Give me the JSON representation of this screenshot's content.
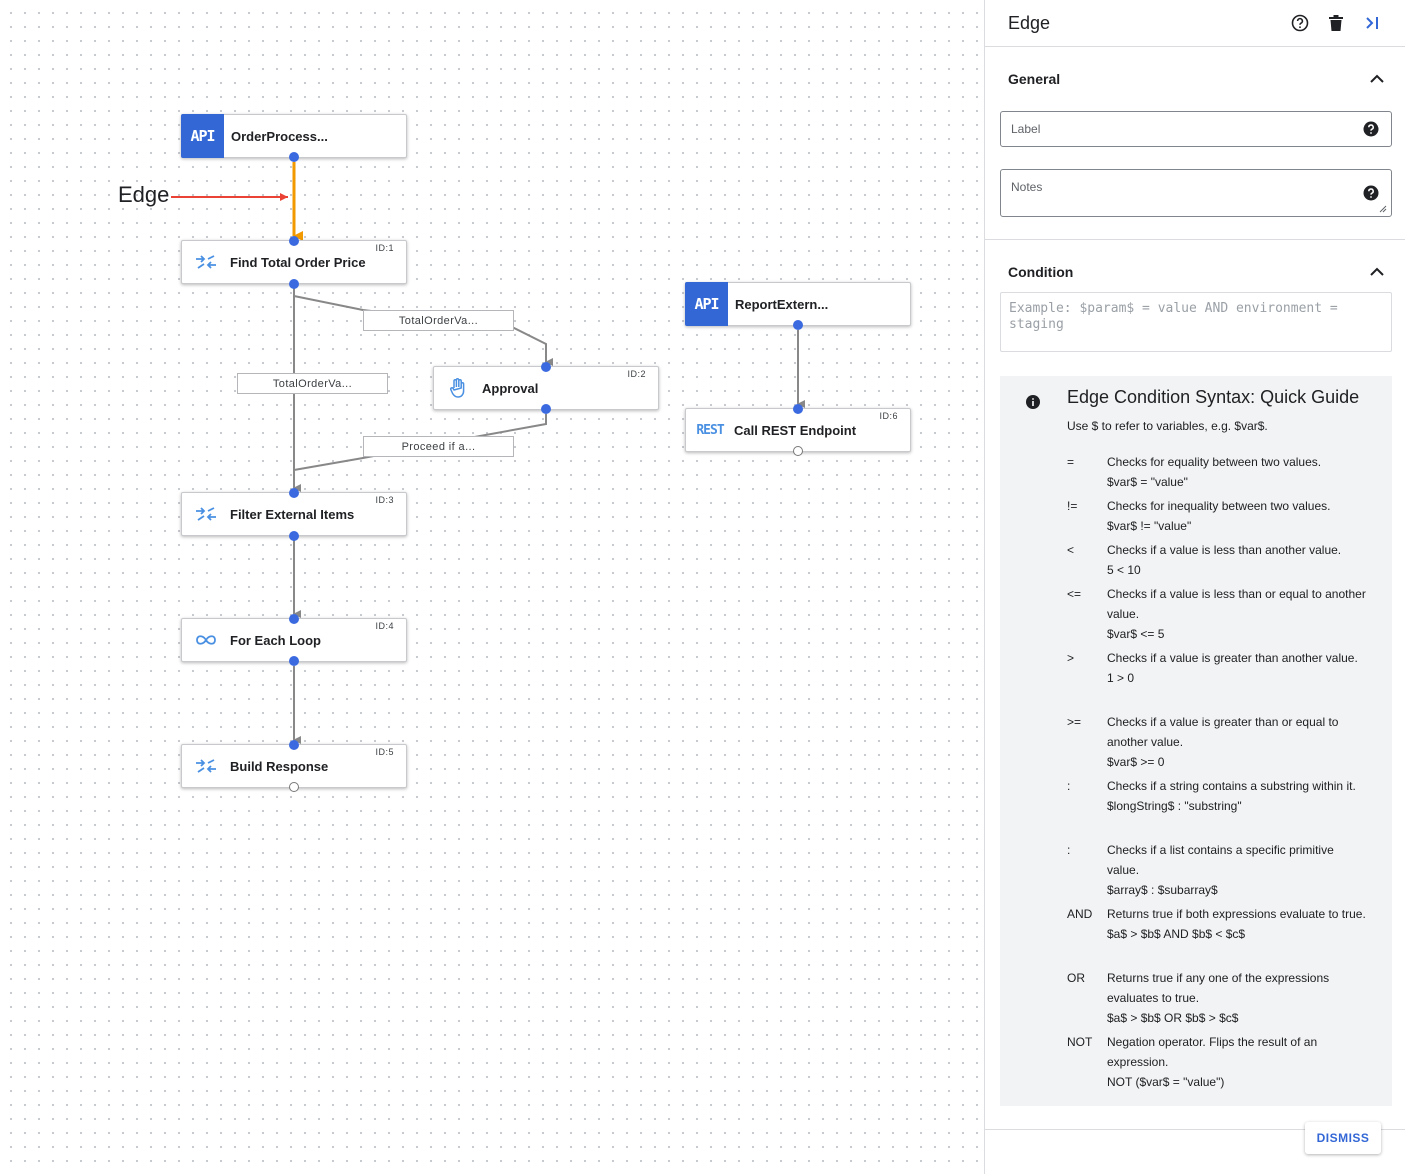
{
  "canvas": {
    "annotation": "Edge",
    "nodes": {
      "n_order": {
        "label": "OrderProcess...",
        "tile": "API"
      },
      "n1": {
        "label": "Find Total Order Price",
        "id": "ID:1",
        "icon": "data-mapping-icon"
      },
      "n2": {
        "label": "Approval",
        "id": "ID:2",
        "icon": "hand-icon"
      },
      "n3": {
        "label": "Filter External Items",
        "id": "ID:3",
        "icon": "data-mapping-icon"
      },
      "n4": {
        "label": "For Each Loop",
        "id": "ID:4",
        "icon": "loop-icon"
      },
      "n5": {
        "label": "Build Response",
        "id": "ID:5",
        "icon": "data-mapping-icon"
      },
      "n_report": {
        "label": "ReportExtern...",
        "tile": "API"
      },
      "n6": {
        "label": "Call REST Endpoint",
        "id": "ID:6",
        "tile": "REST"
      }
    },
    "edge_labels": {
      "e1": "TotalOrderVa...",
      "e2": "TotalOrderVa...",
      "e3": "Proceed if a..."
    },
    "colors": {
      "selected_edge": "#f29900",
      "annotation_arrow": "#ea4335",
      "port": "#3b6ae0",
      "api_tile": "#3367d6"
    }
  },
  "panel": {
    "title": "Edge",
    "icons": [
      "help-icon",
      "delete-icon",
      "collapse-panel-icon"
    ],
    "general": {
      "title": "General",
      "label_placeholder": "Label",
      "notes_placeholder": "Notes"
    },
    "condition": {
      "title": "Condition",
      "placeholder": "Example: $param$ = value AND environment = staging"
    },
    "guide": {
      "title": "Edge Condition Syntax: Quick Guide",
      "subtitle": "Use $ to refer to variables, e.g. $var$.",
      "rows": [
        {
          "op": "=",
          "desc": "Checks for equality between two values.",
          "example": "$var$ = \"value\""
        },
        {
          "op": "!=",
          "desc": "Checks for inequality between two values.",
          "example": "$var$ != \"value\""
        },
        {
          "op": "<",
          "desc": "Checks if a value is less than another value.",
          "example": "5 < 10"
        },
        {
          "op": "<=",
          "desc": "Checks if a value is less than or equal to another value.",
          "example": "$var$ <= 5"
        },
        {
          "op": ">",
          "desc": "Checks if a value is greater than another value.",
          "example": "1 > 0"
        },
        {
          "op": ">=",
          "desc": "Checks if a value is greater than or equal to another value.",
          "example": "$var$ >= 0"
        },
        {
          "op": ":",
          "desc": "Checks if a string contains a substring within it.",
          "example": "$longString$ : \"substring\""
        },
        {
          "op": ":",
          "desc": "Checks if a list contains a specific primitive value.",
          "example": "$array$ : $subarray$"
        },
        {
          "op": "AND",
          "desc": "Returns true if both expressions evaluate to true.",
          "example": "$a$ > $b$ AND $b$ < $c$"
        },
        {
          "op": "OR",
          "desc": "Returns true if any one of the expressions evaluates to true.",
          "example": "$a$ > $b$ OR $b$ > $c$"
        },
        {
          "op": "NOT",
          "desc": "Negation operator. Flips the result of an expression.",
          "example": "NOT ($var$ = \"value\")"
        }
      ],
      "dismiss_label": "DISMISS"
    }
  }
}
